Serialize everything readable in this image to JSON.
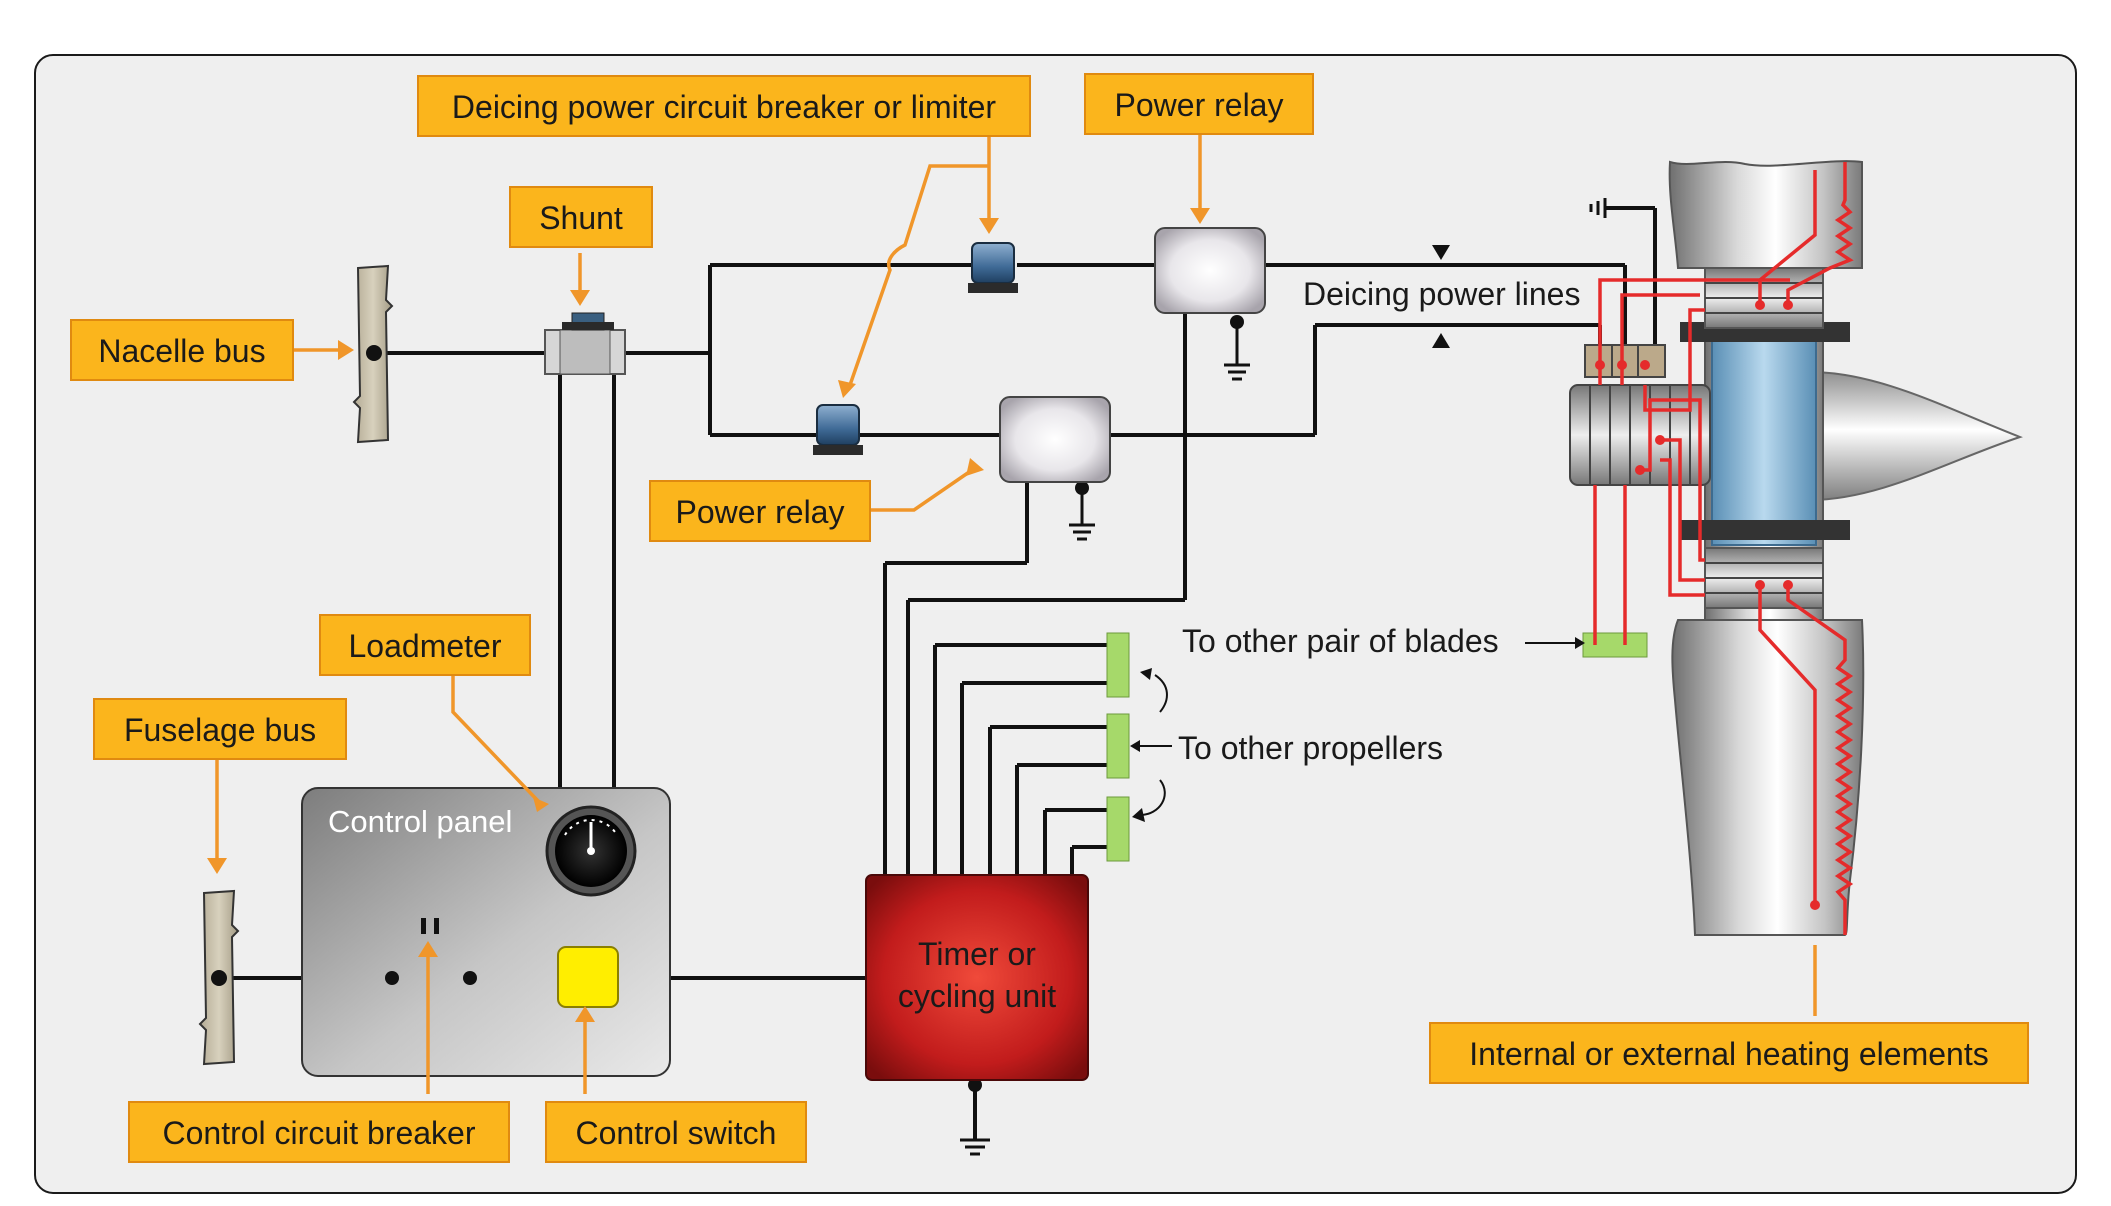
{
  "labels": {
    "deicing_breaker": "Deicing power circuit breaker or limiter",
    "power_relay_top": "Power relay",
    "shunt": "Shunt",
    "nacelle_bus": "Nacelle bus",
    "power_relay_lower": "Power relay",
    "loadmeter": "Loadmeter",
    "fuselage_bus": "Fuselage bus",
    "control_circuit_breaker": "Control circuit breaker",
    "control_switch": "Control switch",
    "heating_elements": "Internal or external heating elements"
  },
  "texts": {
    "deicing_power_lines": "Deicing power lines",
    "other_blades": "To other pair of blades",
    "other_propellers": "To other propellers",
    "control_panel": "Control panel",
    "timer_line1": "Timer or",
    "timer_line2": "cycling unit"
  },
  "colors": {
    "label_fill": "#fbb51c",
    "label_border": "#f39c12",
    "leader": "#f0962a",
    "wire": "#111111",
    "heater_wire": "#e52b2b",
    "connector": "#a6d96a",
    "timer": "#c41e1e",
    "switch": "#ffee00"
  }
}
